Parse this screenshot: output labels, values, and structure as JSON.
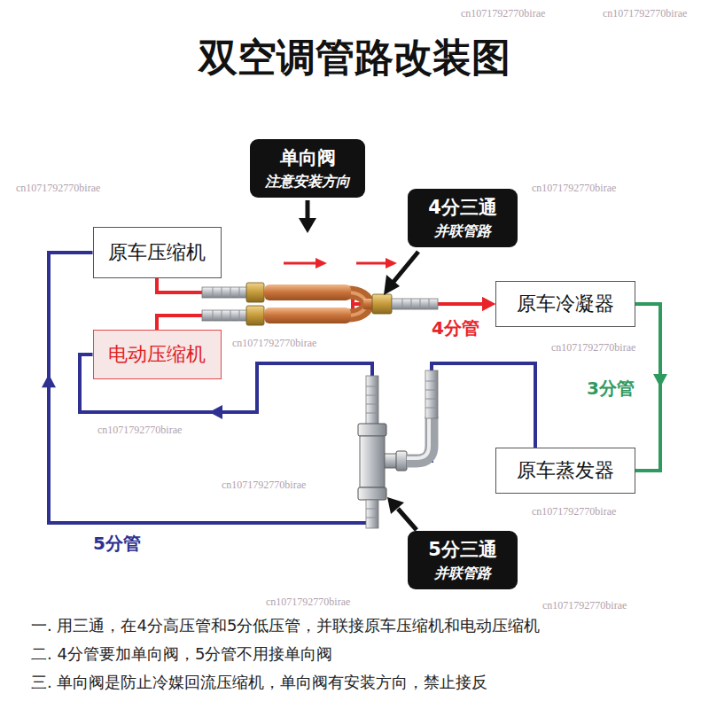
{
  "diagram": {
    "title": "双空调管路改装图",
    "nodes": [
      {
        "text": [
          "单向阀",
          "注意安装方向"
        ]
      },
      {
        "text": [
          "4分三通",
          "并联管路"
        ]
      },
      {
        "text": [
          "原车压缩机"
        ]
      },
      {
        "text": [
          "原车冷凝器"
        ]
      },
      {
        "text": [
          "电动压缩机"
        ]
      },
      {
        "text": [
          "原车蒸发器"
        ]
      },
      {
        "text": [
          "5分三通",
          "并联管路"
        ]
      }
    ],
    "edges": [
      {
        "from": 2,
        "to": 3,
        "arrow": "to"
      },
      {
        "from": 4,
        "to": 3,
        "arrow": "to"
      },
      {
        "from": 3,
        "to": 5,
        "arrow": "to"
      },
      {
        "from": 5,
        "to": 2,
        "arrow": "to"
      },
      {
        "from": 5,
        "to": 4,
        "arrow": "to"
      }
    ],
    "labels": [
      "4分管",
      "3分管",
      "5分管",
      "一. 用三通，在4分高压管和5分低压管，并联接原车压缩机和电动压缩机",
      "二. 4分管要加单向阀，5分管不用接单向阀",
      "三. 单向阀是防止冷媒回流压缩机，单向阀有安装方向，禁止接反",
      "cn1071792770birae",
      "cn1071792770birae",
      "cn1071792770birae",
      "cn1071792770birae",
      "cn1071792770birae",
      "cn1071792770birae",
      "cn1071792770birae",
      "cn1071792770birae",
      "cn1071792770birae",
      "cn1071792770birae",
      "cn1071792770birae"
    ]
  }
}
